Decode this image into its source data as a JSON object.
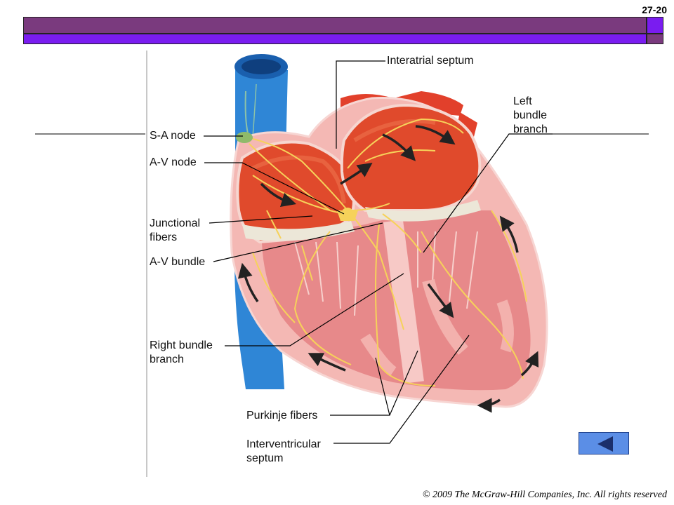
{
  "slide_number": "27-20",
  "labels": {
    "interatrial_septum": "Interatrial septum",
    "sa_node": "S-A node",
    "av_node": "A-V node",
    "junctional_fibers": "Junctional\nfibers",
    "av_bundle": "A-V bundle",
    "right_bundle_branch": "Right bundle\nbranch",
    "left_bundle_branch": "Left\nbundle\nbranch",
    "purkinje_fibers": "Purkinje fibers",
    "interventricular_septum": "Interventricular\nseptum"
  },
  "copyright": "© 2009 The McGraw-Hill Companies, Inc. All rights reserved",
  "nav": {
    "back_icon": "triangle-left-icon"
  },
  "colors": {
    "header_purple": "#7a3a7e",
    "header_blue": "#7a1cf0",
    "vein_blue": "#2f86d6",
    "artery_red": "#e2402b",
    "myocardium": "#f3a3a0",
    "conduction_yellow": "#f6d25a",
    "nav_button": "#5b8ee6"
  }
}
